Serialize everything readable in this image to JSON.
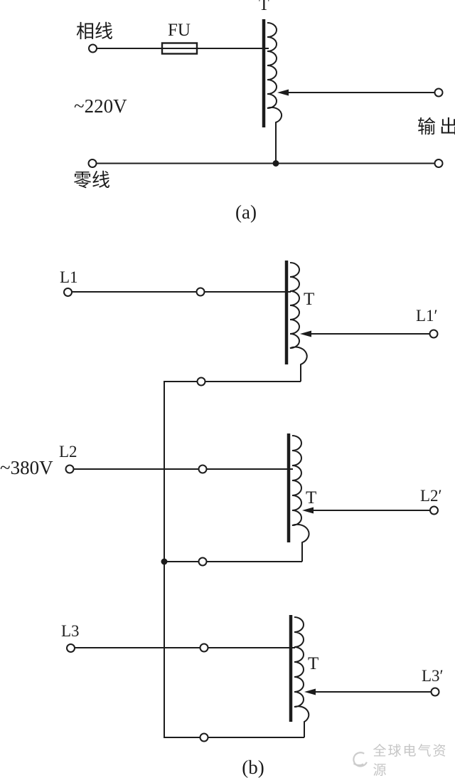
{
  "figure": {
    "section_a": {
      "caption": "(a)",
      "phase_line": "相线",
      "fuse": "FU",
      "transformer": "T",
      "voltage": "~220V",
      "output": "输出",
      "neutral_line": "零线"
    },
    "section_b": {
      "caption": "(b)",
      "voltage": "~380V",
      "transformer": "T",
      "inputs": [
        "L1",
        "L2",
        "L3"
      ],
      "outputs": [
        "L1′",
        "L2′",
        "L3′"
      ]
    },
    "watermark": {
      "text": "全球电气资源"
    },
    "colors": {
      "line": "#1c1c1c",
      "watermark": "#c6c6c6",
      "background": "#ffffff"
    }
  }
}
